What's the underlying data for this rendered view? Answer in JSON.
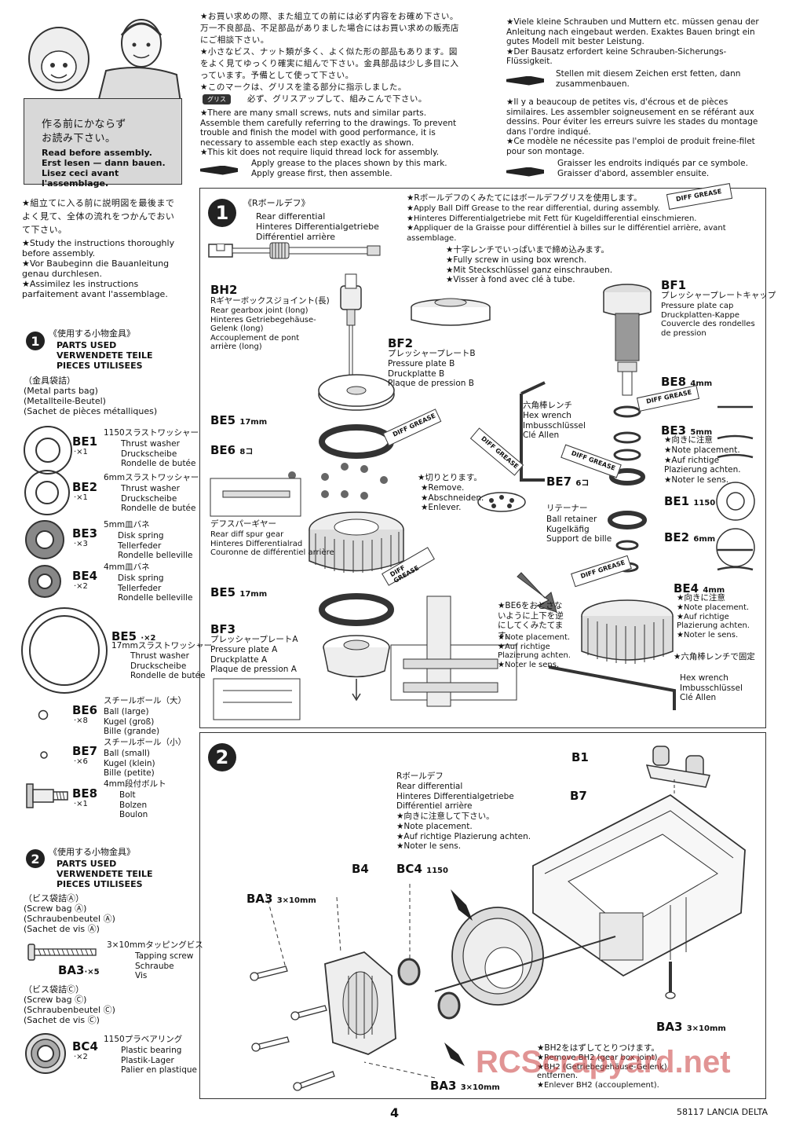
{
  "intro": {
    "jp_title": "作る前にかならず\nお読み下さい。",
    "en_title": "Read before assembly.\nErst lesen — dann bauen.\nLisez ceci avant l'assemblage.",
    "jp_notes": "★お買い求めの際、また組立ての前には必ず内容をお確め下さい。万一不良部品、不足部品がありました場合にはお買い求めの販売店にご相談下さい。\n★小さなビス、ナット類が多く、よく似た形の部品もあります。図をよく見てゆっくり確実に組んで下さい。金具部品は少し多目に入っています。予備として使って下さい。\n★このマークは、グリスを塗る部分に指示しました。",
    "jp_grease_line": "必ず、グリスアップして、組みこんで下さい。",
    "grease_tag": "グリス",
    "en_notes": "★There are many small screws, nuts and similar parts. Assemble them carefully referring to the drawings. To prevent trouble and finish the model with good performance, it is necessary to assemble each step exactly as shown.\n★This kit does not require liquid thread lock for assembly.",
    "en_grease": "Apply grease to the places shown by this mark.\nApply grease first, then assemble.",
    "de_notes": "★Viele kleine Schrauben und Muttern etc. müssen genau der Anleitung nach eingebaut werden. Exaktes Bauen bringt ein gutes Modell mit bester Leistung.\n★Der Bausatz erfordert keine Schrauben-Sicherungs-Flüssigkeit.",
    "de_grease": "Stellen mit diesem Zeichen erst fetten, dann zusammenbauen.",
    "fr_notes": "★Il y a beaucoup de petites vis, d'écrous et de pièces similaires. Les assembler soigneusement en se référant aux dessins. Pour éviter les erreurs suivre les stades du montage dans l'ordre indiqué.\n★Ce modèle ne nécessite pas l'emploi de produit freine-filet pour son montage.",
    "fr_grease": "Graisser les endroits indiqués par ce symbole.\nGraisser d'abord, assembler ensuite."
  },
  "study": {
    "jp": "★組立てに入る前に説明図を最後までよく見て、全体の流れをつかんでおいて下さい。",
    "text": "★Study the instructions thoroughly before assembly.\n★Vor Baubeginn die Bauanleitung genau durchlesen.\n★Assimilez les instructions parfaitement avant l'assemblage."
  },
  "parts1": {
    "num": "1",
    "jp_head": "《使用する小物金具》",
    "head": "PARTS USED\nVERWENDETE TEILE\nPIECES UTILISEES",
    "bag": "（金具袋詰）\n(Metal parts bag)\n(Metallteile-Beutel)\n(Sachet de pièces métalliques)",
    "items": [
      {
        "code": "BE1",
        "qty": "·×1",
        "jp": "1150スラストワッシャー",
        "desc": "Thrust washer\nDruckscheibe\nRondelle de butée"
      },
      {
        "code": "BE2",
        "qty": "·×1",
        "jp": "6mmスラストワッシャー",
        "desc": "Thrust washer\nDruckscheibe\nRondelle de butée"
      },
      {
        "code": "BE3",
        "qty": "·×3",
        "jp": "5mm皿バネ",
        "desc": "Disk spring\nTellerfeder\nRondelle belleville"
      },
      {
        "code": "BE4",
        "qty": "·×2",
        "jp": "4mm皿バネ",
        "desc": "Disk spring\nTellerfeder\nRondelle belleville"
      },
      {
        "code": "BE5",
        "qty": "·×2",
        "jp": "17mmスラストワッシャー",
        "desc": "Thrust washer\nDruckscheibe\nRondelle de butée"
      },
      {
        "code": "BE6",
        "qty": "·×8",
        "jp": "スチールボール（大）",
        "desc": "Ball (large)\nKugel (groß)\nBille (grande)"
      },
      {
        "code": "BE7",
        "qty": "·×6",
        "jp": "スチールボール（小）",
        "desc": "Ball (small)\nKugel (klein)\nBille (petite)"
      },
      {
        "code": "BE8",
        "qty": "·×1",
        "jp": "4mm段付ボルト",
        "desc": "Bolt\nBolzen\nBoulon"
      }
    ]
  },
  "parts2": {
    "num": "2",
    "jp_head": "《使用する小物金具》",
    "head": "PARTS USED\nVERWENDETE TEILE\nPIECES UTILISEES",
    "bagA": "（ビス袋詰Ⓐ）\n(Screw bag Ⓐ)\n(Schraubenbeutel Ⓐ)\n(Sachet de vis Ⓐ)",
    "bagC": "（ビス袋詰Ⓒ）\n(Screw bag Ⓒ)\n(Schraubenbeutel Ⓒ)\n(Sachet de vis Ⓒ)",
    "ba3_jp": "3×10mmタッピングビス",
    "ba3_desc": "Tapping screw\nSchraube\nVis",
    "ba3_code": "BA3",
    "ba3_qty": "·×5",
    "bc4_jp": "1150プラベアリング",
    "bc4_desc": "Plastic bearing\nPlastik-Lager\nPalier en plastique",
    "bc4_code": "BC4",
    "bc4_qty": "·×2"
  },
  "step1": {
    "num": "1",
    "title_jp": "《Rボールデフ》",
    "title": "Rear differential\nHinteres Differentialgetriebe\nDifférentiel arrière",
    "grease_note_jp": "★Rボールデフのくみたてにはボールデフグリスを使用します。",
    "grease_note": "★Apply Ball Diff Grease to the rear differential, during assembly.\n★Hinteres Differentialgetriebe mit Fett für Kugeldifferential einschmieren.\n★Appliquer de la Graisse pour différentiel à billes sur le différentiel arrière, avant assemblage.",
    "screw_note_jp": "★十字レンチでいっぱいまで締め込みます。",
    "screw_note": "★Fully screw in using box wrench.\n★Mit Steckschlüssel ganz einschrauben.\n★Visser à fond avec clé à tube.",
    "bh2_code": "BH2",
    "bh2_jp": "Rギヤーボックスジョイント(長)",
    "bh2_desc": "Rear gearbox joint (long)\nHinteres Getriebegehäuse-Gelenk (long)\nAccouplement de pont arrière (long)",
    "bf2_code": "BF2",
    "bf2_jp": "プレッシャープレートB",
    "bf2_desc": "Pressure plate B\nDruckplatte B\nPlaque de pression B",
    "bf1_code": "BF1",
    "bf1_jp": "プレッシャープレートキャップ",
    "bf1_desc": "Pressure plate cap\nDruckplatten-Kappe\nCouvercle des rondelles de pression",
    "bf3_code": "BF3",
    "bf3_jp": "プレッシャープレートA",
    "bf3_desc": "Pressure plate A\nDruckplatte A\nPlaque de pression A",
    "be5a": "BE5",
    "be5a_size": "17mm",
    "be6": "BE6",
    "be6_size": "8コ",
    "be5b": "BE5",
    "be5b_size": "17mm",
    "spur_jp": "デフスパーギヤー",
    "spur_desc": "Rear diff spur gear\nHinteres Differentialrad\nCouronne de différentiel arrière",
    "be8": "BE8",
    "be8_size": "4mm",
    "be3": "BE3",
    "be3_size": "5mm",
    "be3_note_jp": "★向きに注意",
    "be3_note": "★Note placement.\n★Auf richtige Plazierung achten.\n★Noter le sens.",
    "be1": "BE1",
    "be1_size": "1150",
    "be2": "BE2",
    "be2_size": "6mm",
    "be4": "BE4",
    "be4_size": "4mm",
    "be4_note_jp": "★向きに注意",
    "be4_note": "★Note placement.\n★Auf richtige Plazierung achten.\n★Noter le sens.",
    "be7": "BE7",
    "be7_size": "6コ",
    "retainer_jp": "リテーナー",
    "retainer_desc": "Ball retainer\nKugelkäfig\nSupport de bille",
    "hex_jp": "六角棒レンチ",
    "hex_desc": "Hex wrench\nImbusschlüssel\nClé Allen",
    "cut_jp": "★切りとります。",
    "cut_desc": "★Remove.\n★Abschneiden.\n★Enlever.",
    "be6_note_jp": "★BE6をおとさないように上下を逆にしてくみたてます。",
    "be6_note": "★Note placement.\n★Auf richtige Plazierung achten.\n★Noter le sens.",
    "hex2_jp": "★六角棒レンチで固定",
    "hex2_desc": "Hex wrench\nImbusschlüssel\nClé Allen",
    "grease_pack": "DIFF GREASE"
  },
  "step2": {
    "num": "2",
    "title_jp": "Rボールデフ",
    "title": "Rear differential\nHinteres Differentialgetriebe\nDifférentiel arrière",
    "note_jp": "★向きに注意して下さい。",
    "note": "★Note placement.\n★Auf richtige Plazierung achten.\n★Noter le sens.",
    "b1": "B1",
    "b7": "B7",
    "b4": "B4",
    "bc4": "BC4",
    "bc4_size": "1150",
    "ba3": "BA3",
    "ba3_size": "3×10mm",
    "bh2_jp": "★BH2をはずしてとりつけます。",
    "bh2_note": "★Remove BH2 (gear box joint).\n★BH2 (Getriebegehäuse-Gelenk) entfernen.\n★Enlever BH2 (accouplement)."
  },
  "footer": {
    "page": "4",
    "model": "58117 LANCIA DELTA",
    "watermark": "RCScrapyard.net"
  }
}
